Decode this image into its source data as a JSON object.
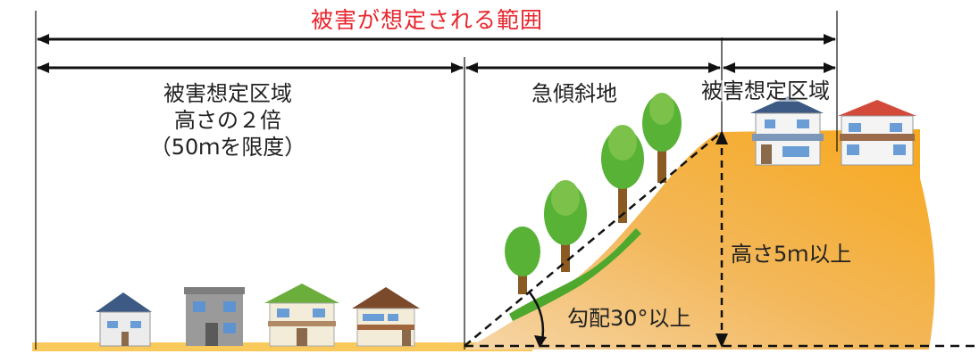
{
  "title": "被害が想定される範囲",
  "left_zone": {
    "line1": "被害想定区域",
    "line2": "高さの２倍",
    "line3": "（50ｍを限度）"
  },
  "slope_label": "急傾斜地",
  "right_zone_label": "被害想定区域",
  "height_label": "高さ5ｍ以上",
  "gradient_label": "勾配30°以上",
  "colors": {
    "title": "#e8262d",
    "text": "#222222",
    "hill_light": "#f6c98a",
    "hill_dark": "#f7a823",
    "ground": "#f9c95b",
    "grass": "#4fa82e",
    "tree_green": "#58b236",
    "trunk": "#8a5a22"
  }
}
